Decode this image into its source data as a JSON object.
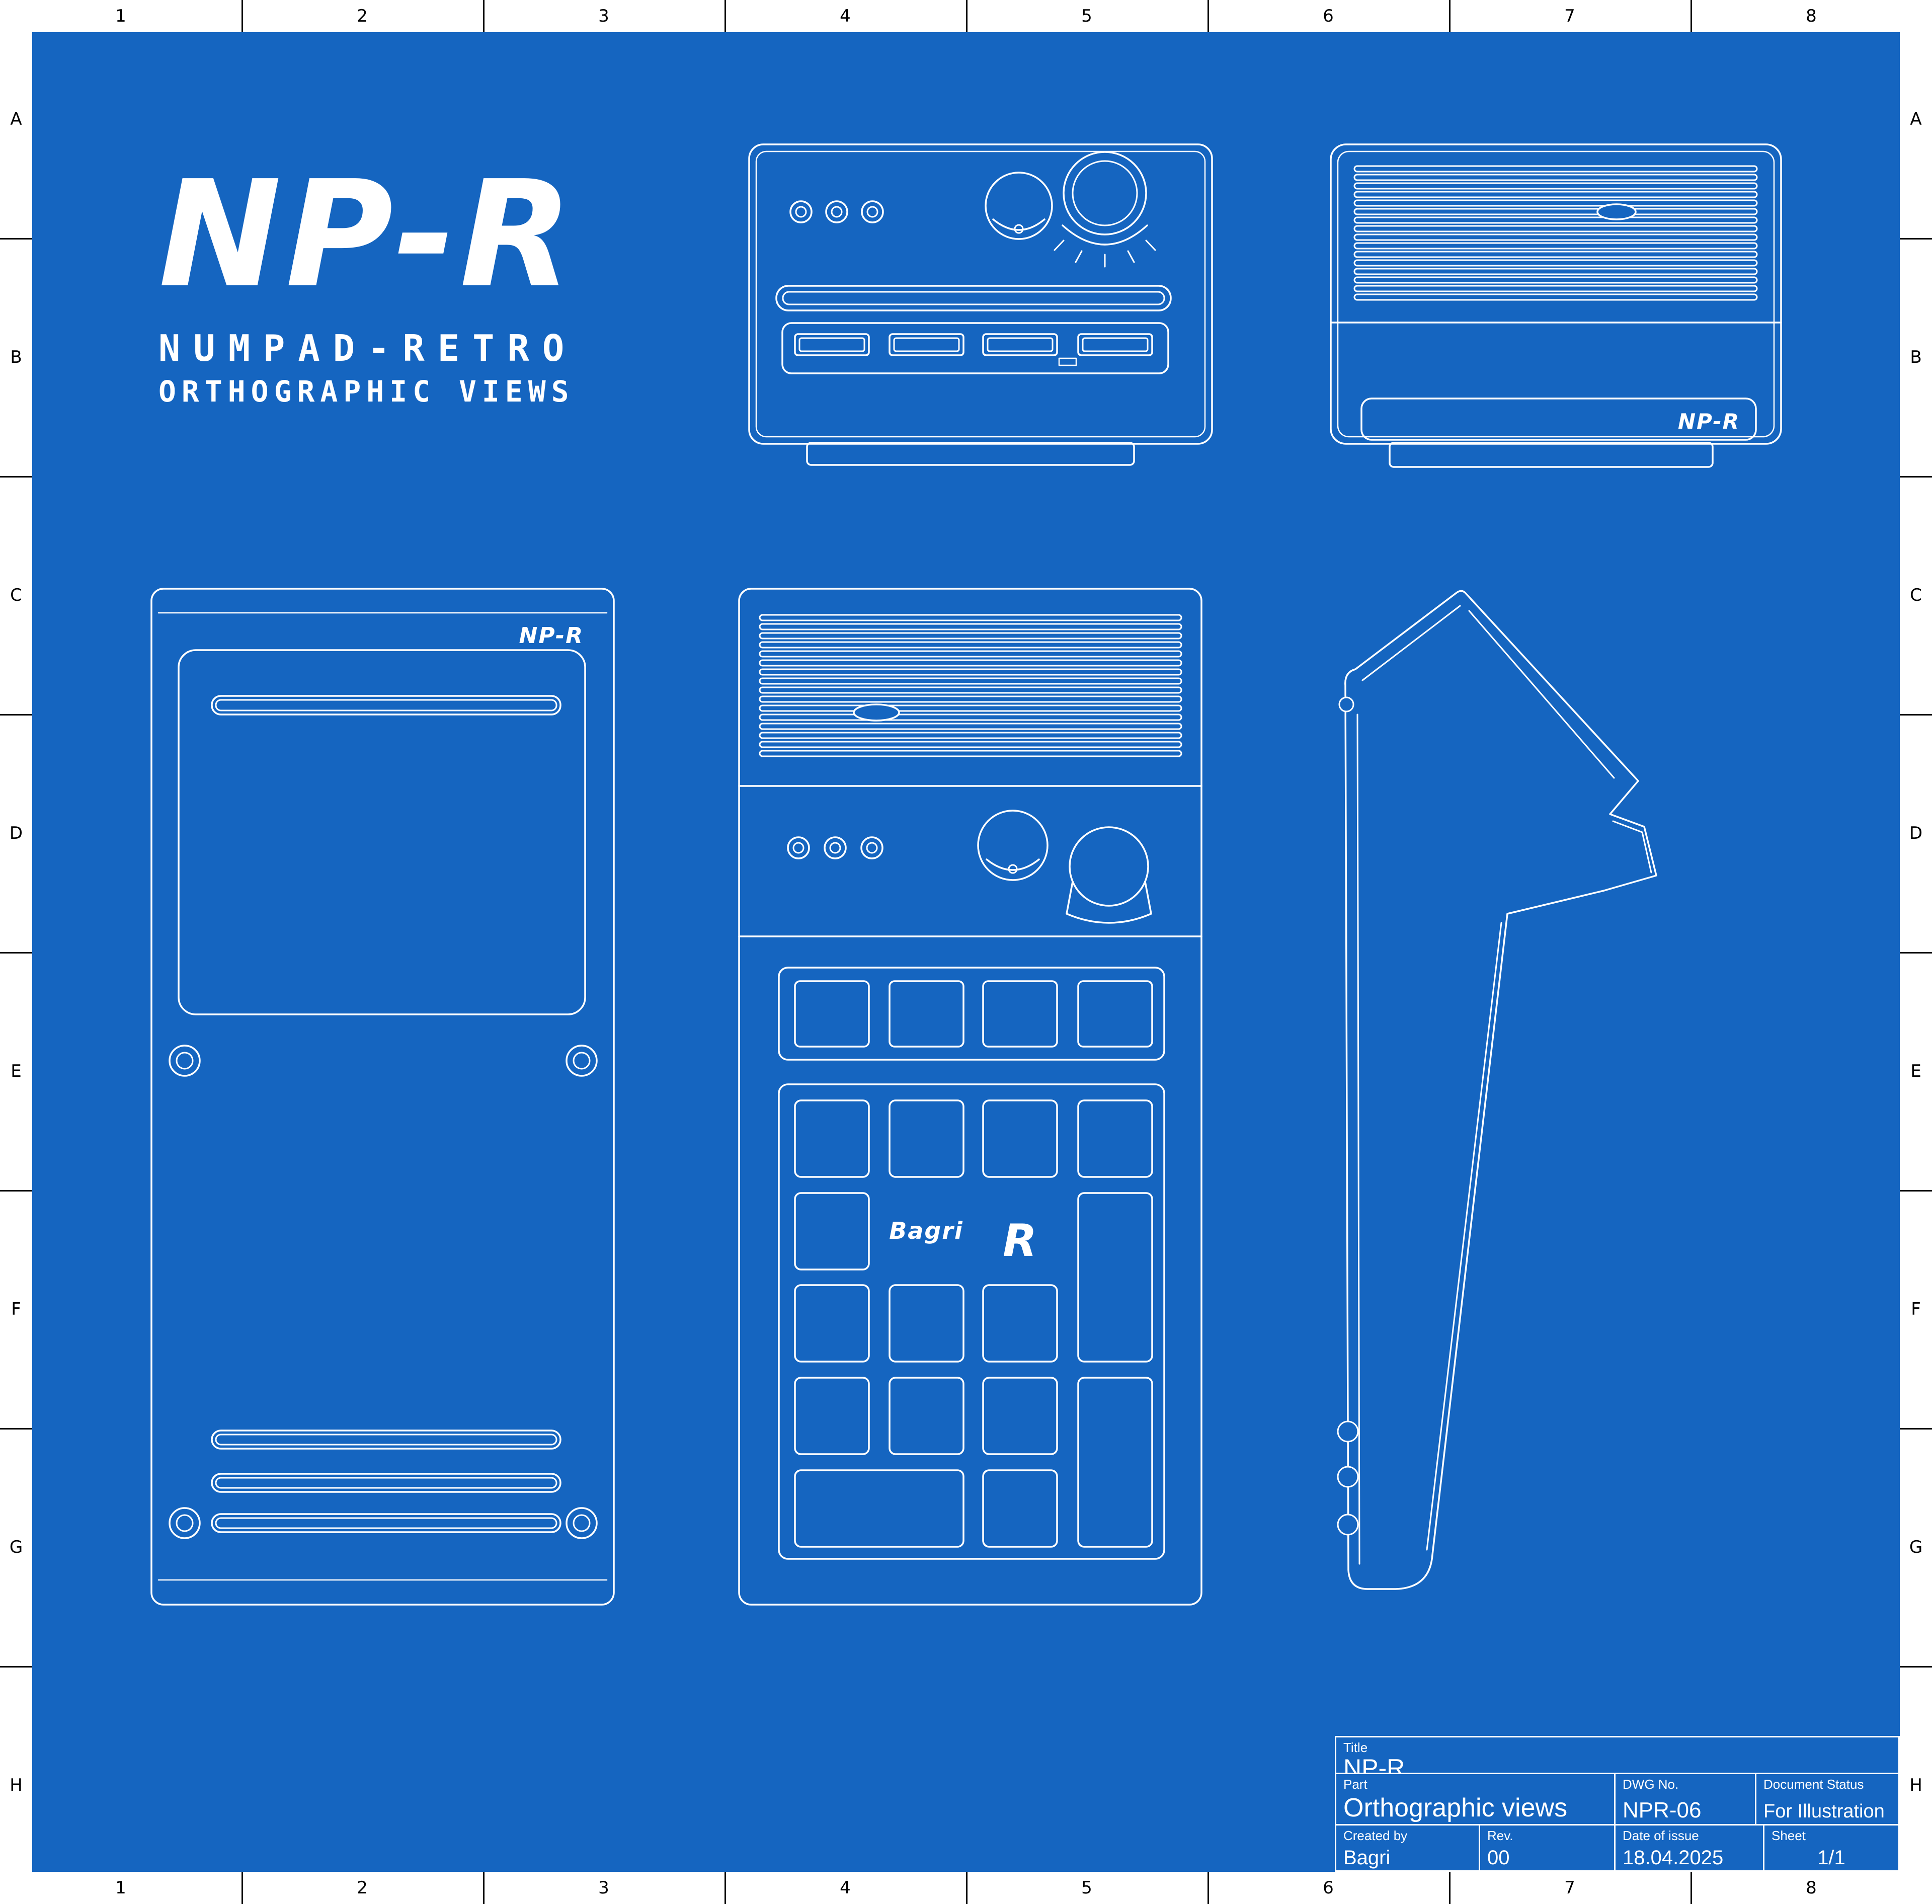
{
  "colors": {
    "background": "#1565c0",
    "line": "#ffffff",
    "frame": "#ffffff",
    "frame_text": "#000000"
  },
  "logo": {
    "title": "NP-R",
    "line1": "NUMPAD-RETRO",
    "line2": "ORTHOGRAPHIC VIEWS"
  },
  "grid": {
    "cols": [
      "1",
      "2",
      "3",
      "4",
      "5",
      "6",
      "7",
      "8"
    ],
    "rows": [
      "A",
      "B",
      "C",
      "D",
      "E",
      "F",
      "G",
      "H"
    ]
  },
  "device_labels": {
    "back_plate": "NP-R",
    "rear_panel": "NP-R",
    "brand": "Bagri",
    "brand_mark": "R"
  },
  "title_block": {
    "title_label": "Title",
    "title": "NP-R",
    "part_label": "Part",
    "part": "Orthographic views",
    "dwg_label": "DWG No.",
    "dwg": "NPR-06",
    "status_label": "Document Status",
    "status": "For Illustration",
    "created_label": "Created by",
    "created": "Bagri",
    "rev_label": "Rev.",
    "rev": "00",
    "date_label": "Date of issue",
    "date": "18.04.2025",
    "sheet_label": "Sheet",
    "sheet": "1/1"
  }
}
